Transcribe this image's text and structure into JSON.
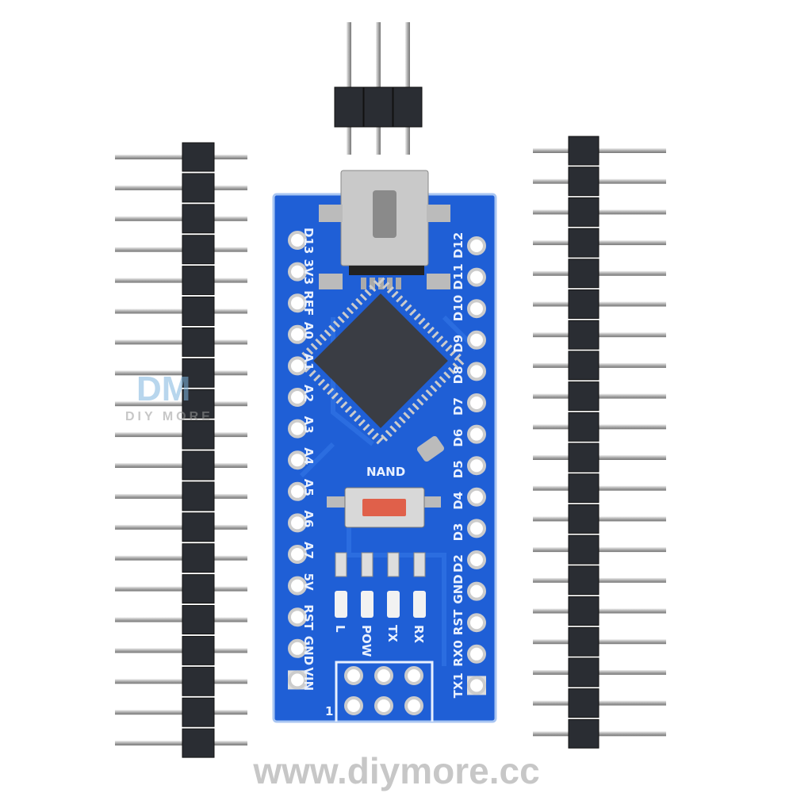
{
  "product": {
    "board_label": "NAND",
    "left_pins": [
      "D13",
      "3V3",
      "REF",
      "A0",
      "A1",
      "A2",
      "A3",
      "A4",
      "A5",
      "A6",
      "A7",
      "5V",
      "RST",
      "GND",
      "VIN"
    ],
    "right_pins": [
      "D12",
      "D11",
      "D10",
      "D9",
      "D8",
      "D7",
      "D6",
      "D5",
      "D4",
      "D3",
      "D2",
      "GND",
      "RST",
      "RX0",
      "TX1"
    ],
    "leds": [
      "L",
      "POW",
      "TX",
      "RX"
    ],
    "icsp_pin1_label": "1",
    "header_pin_count": 20,
    "small_header_pin_count": 3
  },
  "watermark": {
    "logo_text": "DIY MORE",
    "logo_initials": "DM",
    "url": "www.diymore.cc"
  },
  "colors": {
    "pcb": "#1f5fd6",
    "silkscreen": "#e8f0ff",
    "header": "#2a2d33",
    "pin": "#c8c8c8",
    "button": "#e0604a"
  }
}
